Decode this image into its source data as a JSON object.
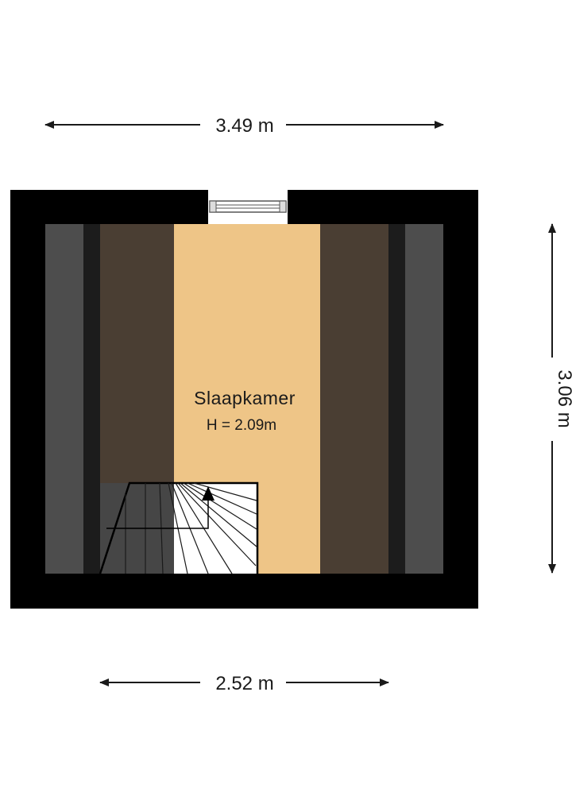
{
  "dimensions": {
    "top_width": "3.49 m",
    "right_depth": "3.06 m",
    "bottom_width": "2.52 m"
  },
  "room": {
    "name": "Slaapkamer",
    "height": "H = 2.09m"
  },
  "colors": {
    "wall": "#000000",
    "floor": "#eec587",
    "low_ceiling_zone": "#4a3e33",
    "sloped_outer_zone": "#4d4d4d",
    "eaves_strip": "#1c1c1c",
    "stair_area": "#ffffff",
    "stair_shadow": "#464646",
    "window": "#ffffff"
  },
  "icons": {
    "stair_direction": "arrow-up-icon",
    "dimension_arrows": "double-arrow-icon"
  }
}
